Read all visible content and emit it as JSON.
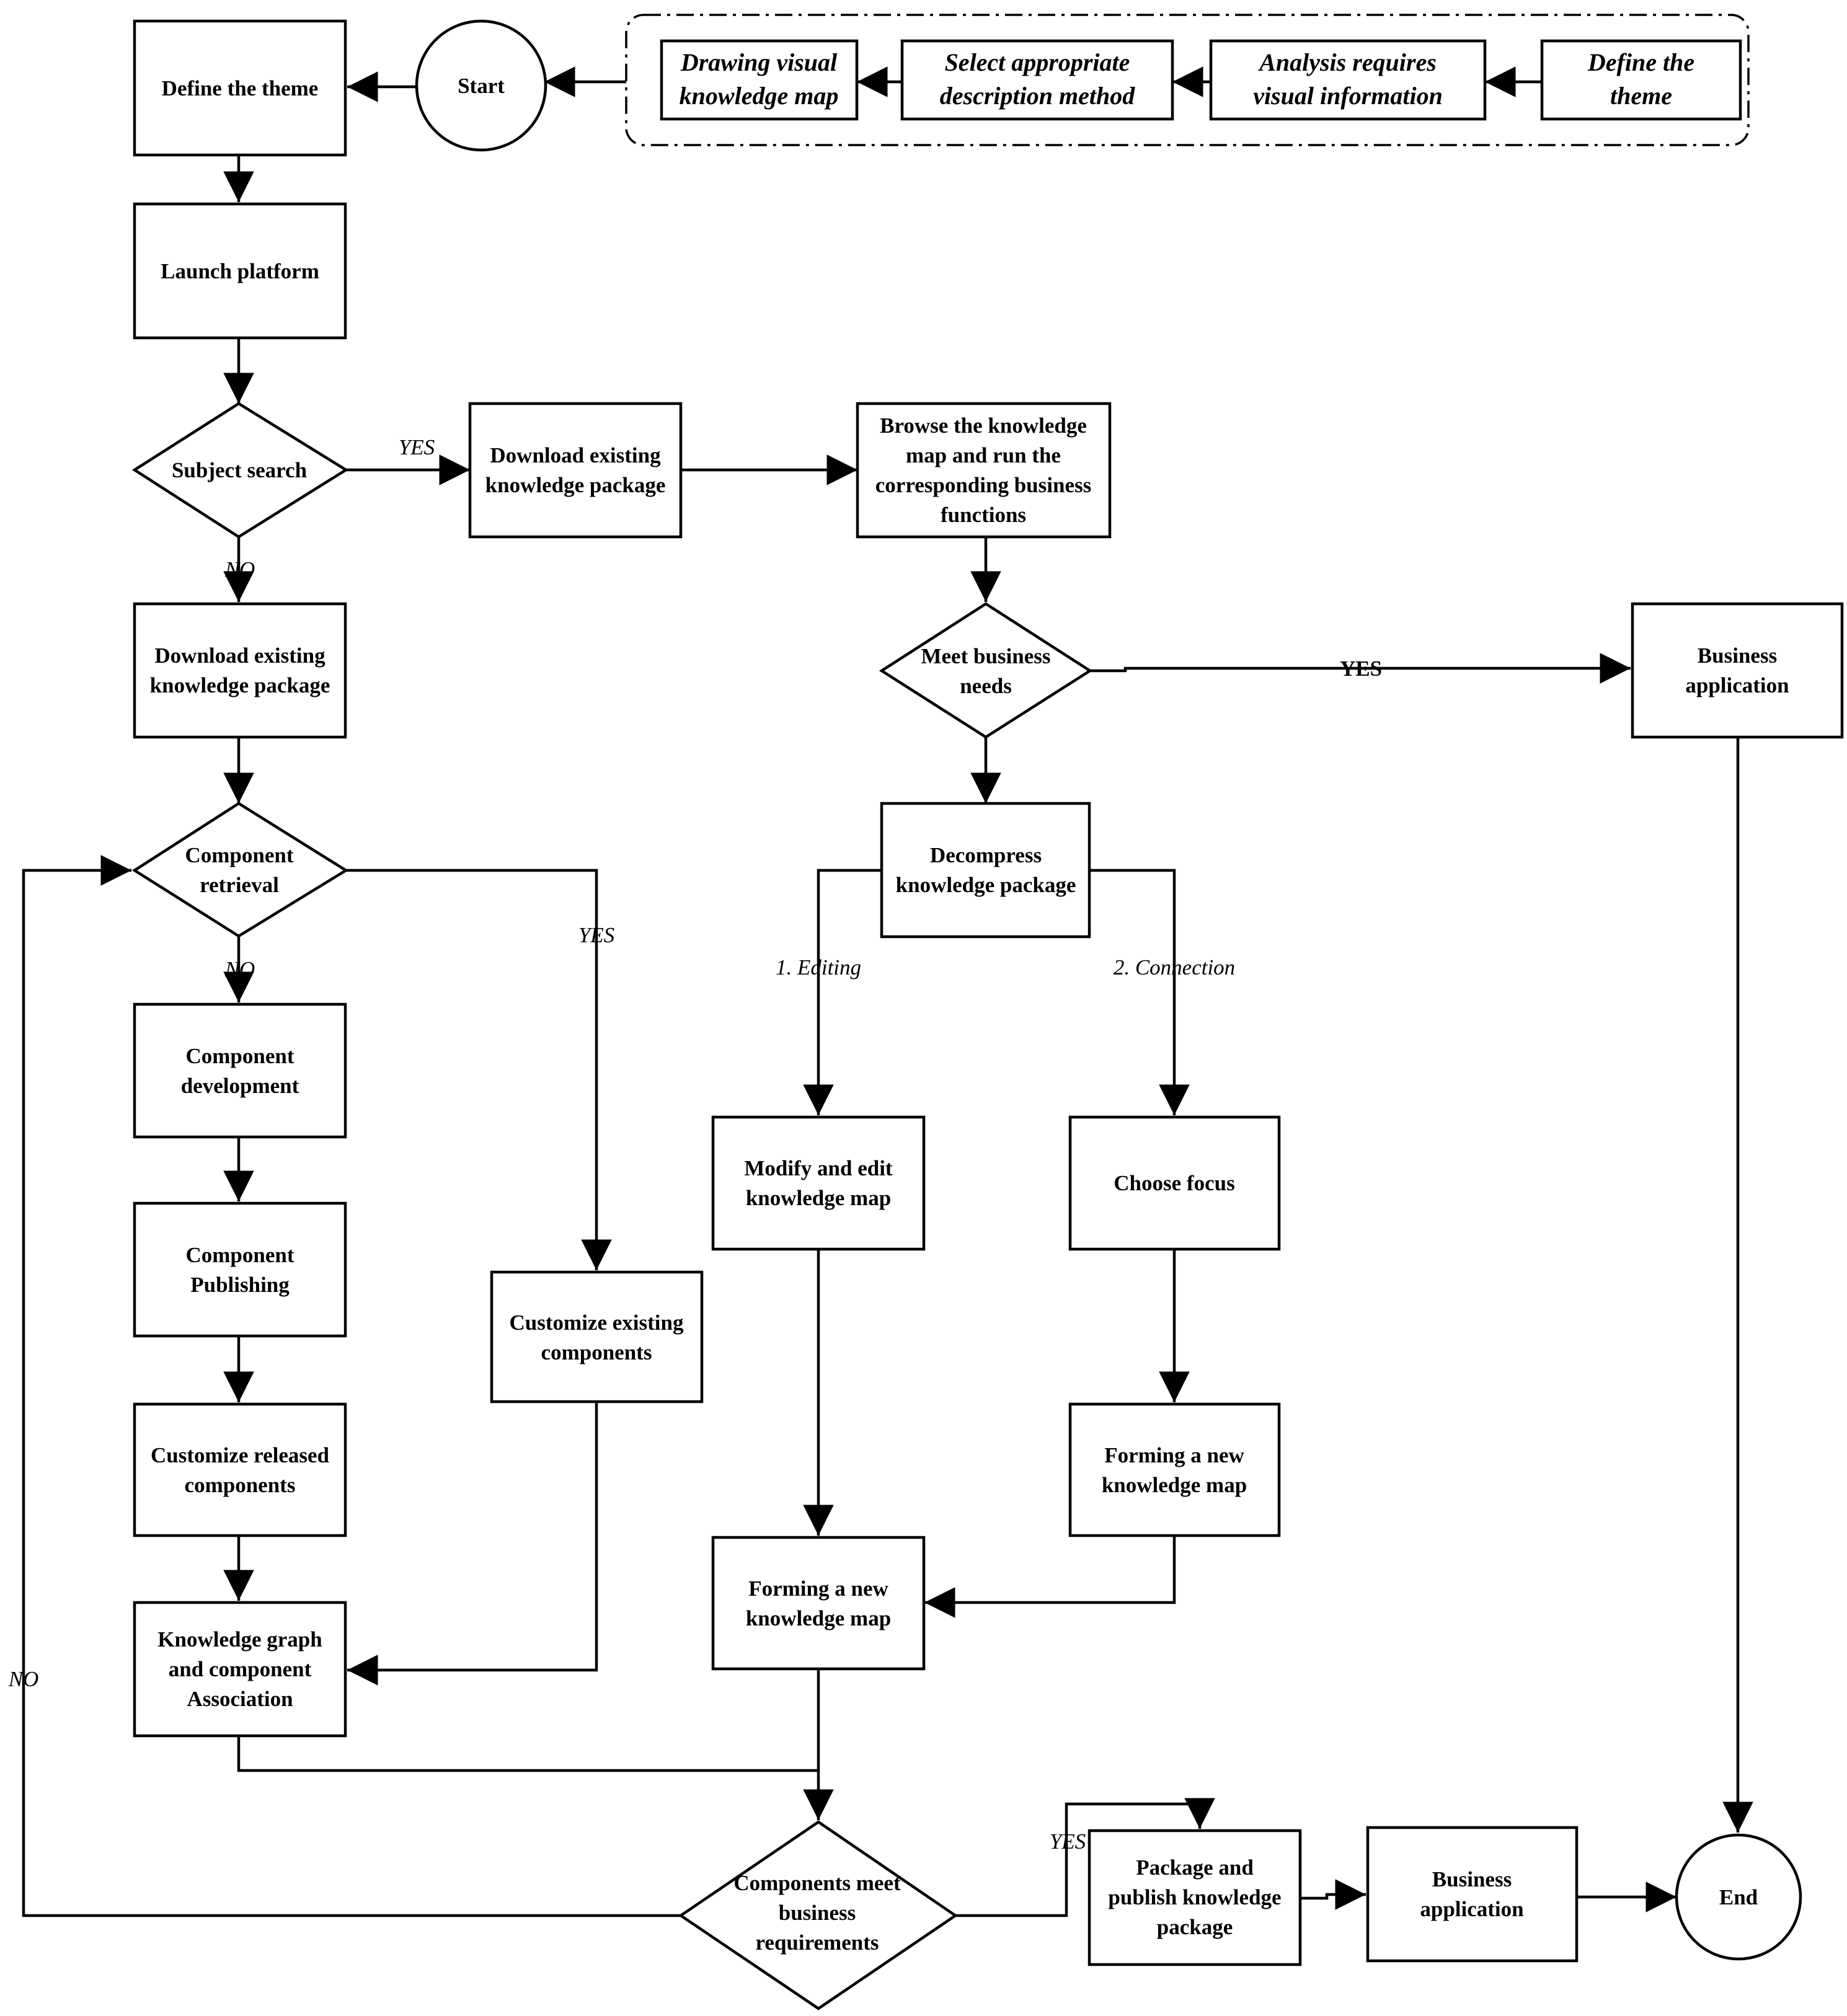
{
  "nodes": {
    "define_theme": {
      "lines": [
        "Define the theme"
      ]
    },
    "start": {
      "lines": [
        "Start"
      ]
    },
    "drawing_visual_map": {
      "lines": [
        "Drawing visual",
        "knowledge map"
      ]
    },
    "select_description": {
      "lines": [
        "Select appropriate",
        "description method"
      ]
    },
    "analysis_visual_info": {
      "lines": [
        "Analysis requires",
        "visual information"
      ]
    },
    "define_theme_top": {
      "lines": [
        "Define the",
        "theme"
      ]
    },
    "launch_platform": {
      "lines": [
        "Launch platform"
      ]
    },
    "subject_search": {
      "lines": [
        "Subject search"
      ]
    },
    "download_existing_1": {
      "lines": [
        "Download existing",
        "knowledge package"
      ]
    },
    "browse_map": {
      "lines": [
        "Browse the knowledge",
        "map and run the",
        "corresponding business",
        "functions"
      ]
    },
    "download_existing_2": {
      "lines": [
        "Download existing",
        "knowledge package"
      ]
    },
    "meet_business_needs": {
      "lines": [
        "Meet business",
        "needs"
      ]
    },
    "business_application_1": {
      "lines": [
        "Business",
        "application"
      ]
    },
    "component_retrieval": {
      "lines": [
        "Component",
        "retrieval"
      ]
    },
    "decompress_package": {
      "lines": [
        "Decompress",
        "knowledge package"
      ]
    },
    "component_development": {
      "lines": [
        "Component",
        "development"
      ]
    },
    "component_publishing": {
      "lines": [
        "Component",
        "Publishing"
      ]
    },
    "customize_existing": {
      "lines": [
        "Customize existing",
        "components"
      ]
    },
    "modify_edit_map": {
      "lines": [
        "Modify and edit",
        "knowledge map"
      ]
    },
    "choose_focus": {
      "lines": [
        "Choose focus"
      ]
    },
    "customize_released": {
      "lines": [
        "Customize released",
        "components"
      ]
    },
    "forming_new_map_right": {
      "lines": [
        "Forming a new",
        "knowledge map"
      ]
    },
    "forming_new_map_left": {
      "lines": [
        "Forming a new",
        "knowledge map"
      ]
    },
    "knowledge_graph_association": {
      "lines": [
        "Knowledge graph",
        "and component",
        "Association"
      ]
    },
    "components_meet_requirements": {
      "lines": [
        "Components meet",
        "business",
        "requirements"
      ]
    },
    "package_publish": {
      "lines": [
        "Package and",
        "publish knowledge",
        "package"
      ]
    },
    "business_application_2": {
      "lines": [
        "Business",
        "application"
      ]
    },
    "end": {
      "lines": [
        "End"
      ]
    }
  },
  "edge_labels": {
    "subject_yes": "YES",
    "subject_no": "NO",
    "meet_yes": "YES",
    "retrieval_yes": "YES",
    "retrieval_no": "NO",
    "editing": "1. Editing",
    "connection": "2. Connection",
    "requirements_no": "NO",
    "requirements_yes": "YES"
  }
}
